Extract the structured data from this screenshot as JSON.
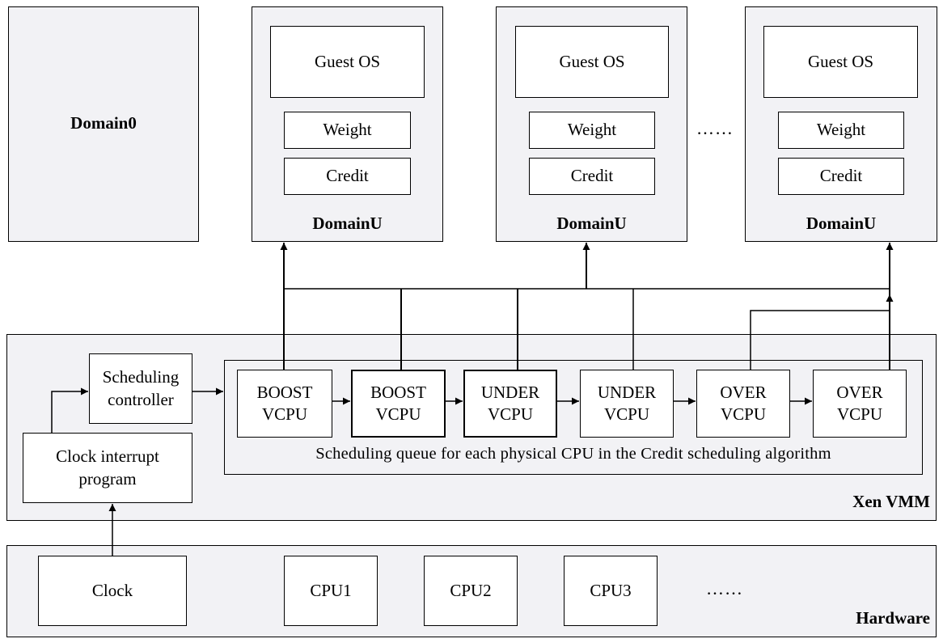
{
  "domains": {
    "domain0": "Domain0",
    "domainu": [
      {
        "label": "DomainU",
        "guest_os": "Guest OS",
        "weight": "Weight",
        "credit": "Credit"
      },
      {
        "label": "DomainU",
        "guest_os": "Guest OS",
        "weight": "Weight",
        "credit": "Credit"
      },
      {
        "label": "DomainU",
        "guest_os": "Guest OS",
        "weight": "Weight",
        "credit": "Credit"
      }
    ],
    "ellipsis": "……"
  },
  "xen": {
    "label": "Xen VMM",
    "scheduling_controller": "Scheduling controller",
    "clock_interrupt": "Clock interrupt program",
    "queue_caption": "Scheduling queue for each physical CPU in the Credit scheduling algorithm",
    "vcpus": [
      {
        "state": "BOOST",
        "kind": "VCPU"
      },
      {
        "state": "BOOST",
        "kind": "VCPU"
      },
      {
        "state": "UNDER",
        "kind": "VCPU"
      },
      {
        "state": "UNDER",
        "kind": "VCPU"
      },
      {
        "state": "OVER",
        "kind": "VCPU"
      },
      {
        "state": "OVER",
        "kind": "VCPU"
      }
    ]
  },
  "hardware": {
    "label": "Hardware",
    "clock": "Clock",
    "cpus": [
      "CPU1",
      "CPU2",
      "CPU3"
    ],
    "ellipsis": "……"
  }
}
